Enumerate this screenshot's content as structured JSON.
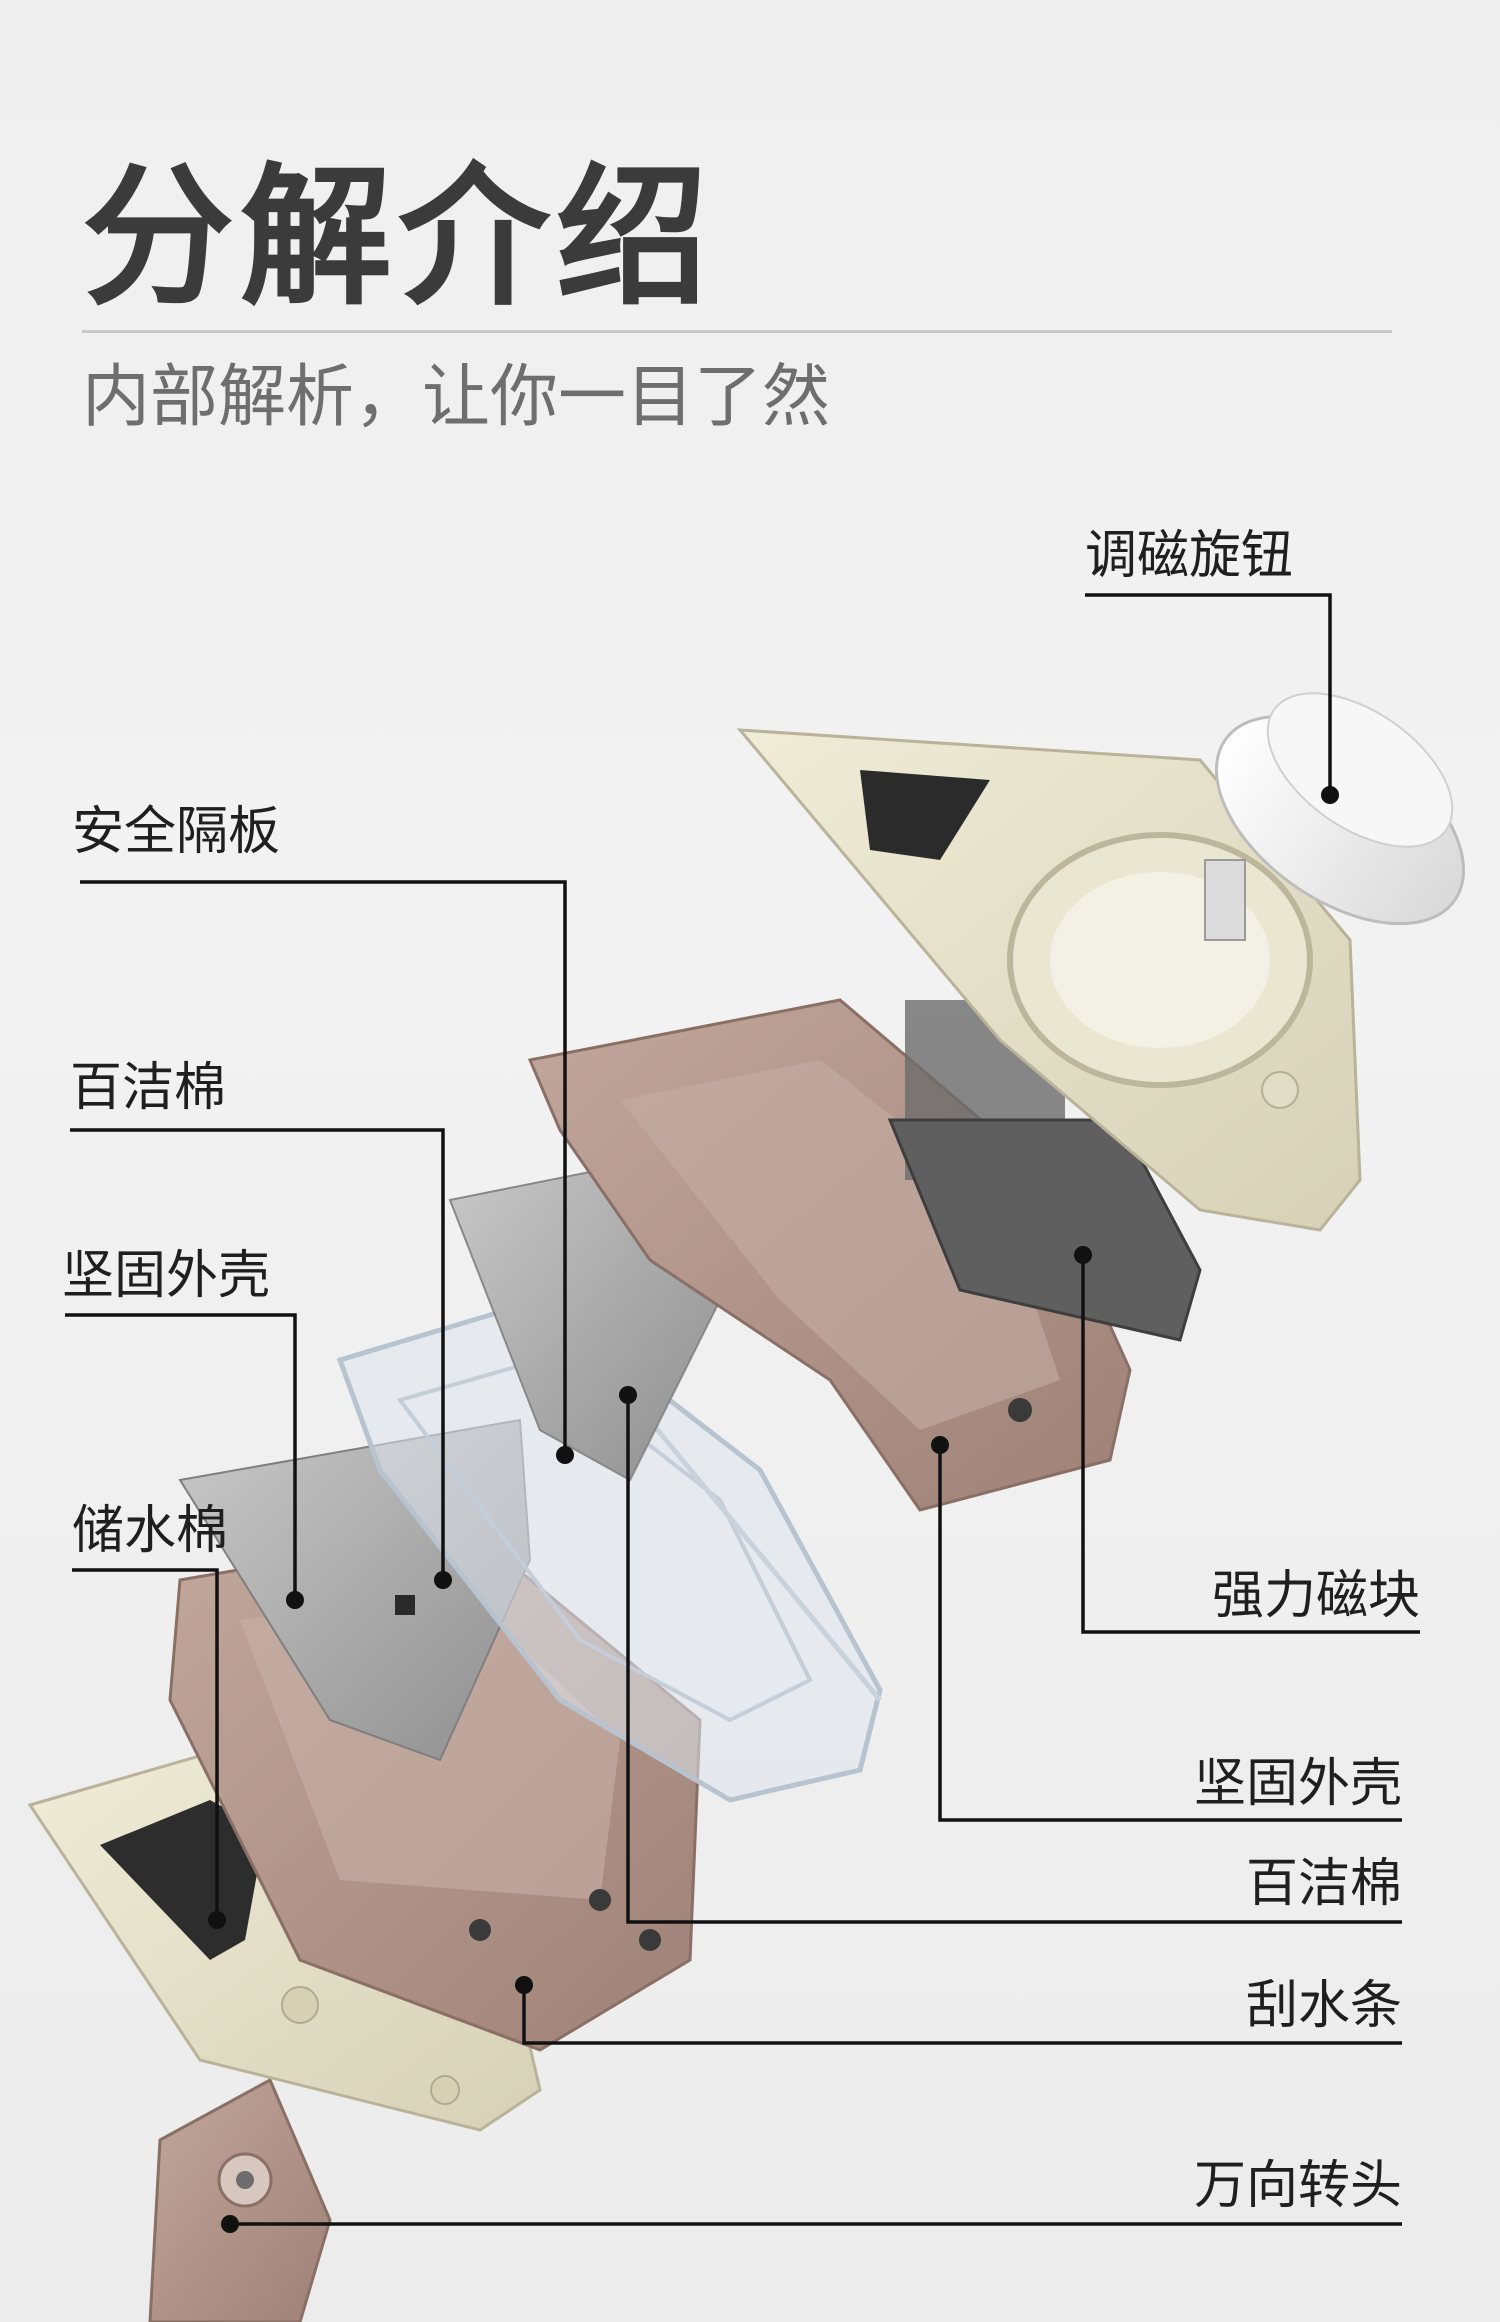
{
  "header": {
    "title": "分解介绍",
    "subtitle": "内部解析，让你一目了然"
  },
  "callouts": {
    "knob": "调磁旋钮",
    "safety_plate": "安全隔板",
    "sponge_top": "百洁棉",
    "shell_left": "坚固外壳",
    "water_cotton": "储水棉",
    "magnet": "强力磁块",
    "shell_right": "坚固外壳",
    "sponge_right": "百洁棉",
    "wiper": "刮水条",
    "swivel": "万向转头"
  },
  "colors": {
    "cream": "#e4e0c9",
    "mauve": "#b59a90",
    "dark_pad": "#2b2b2b",
    "grey_pad": "#9c9c9c",
    "line": "#111111"
  }
}
